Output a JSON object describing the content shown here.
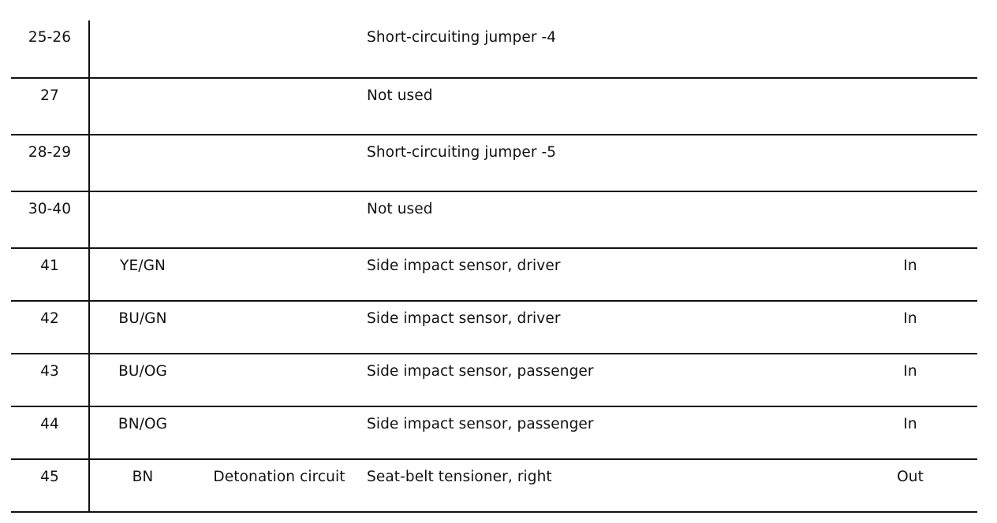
{
  "rows": [
    {
      "pin": "25-26",
      "color": "",
      "circuit": "",
      "description": "Short-circuiting jumper -4",
      "direction": ""
    },
    {
      "pin": "27",
      "color": "",
      "circuit": "",
      "description": "Not used",
      "direction": ""
    },
    {
      "pin": "28-29",
      "color": "",
      "circuit": "",
      "description": "Short-circuiting jumper -5",
      "direction": ""
    },
    {
      "pin": "30-40",
      "color": "",
      "circuit": "",
      "description": "Not used",
      "direction": ""
    },
    {
      "pin": "41",
      "color": "YE/GN",
      "circuit": "",
      "description": "Side impact sensor, driver",
      "direction": "In"
    },
    {
      "pin": "42",
      "color": "BU/GN",
      "circuit": "",
      "description": "Side impact sensor, driver",
      "direction": "In"
    },
    {
      "pin": "43",
      "color": "BU/OG",
      "circuit": "",
      "description": "Side impact sensor, passenger",
      "direction": "In"
    },
    {
      "pin": "44",
      "color": "BN/OG",
      "circuit": "",
      "description": "Side impact sensor, passenger",
      "direction": "In"
    },
    {
      "pin": "45",
      "color": "BN",
      "circuit": "Detonation circuit",
      "description": "Seat-belt tensioner, right",
      "direction": "Out"
    }
  ]
}
